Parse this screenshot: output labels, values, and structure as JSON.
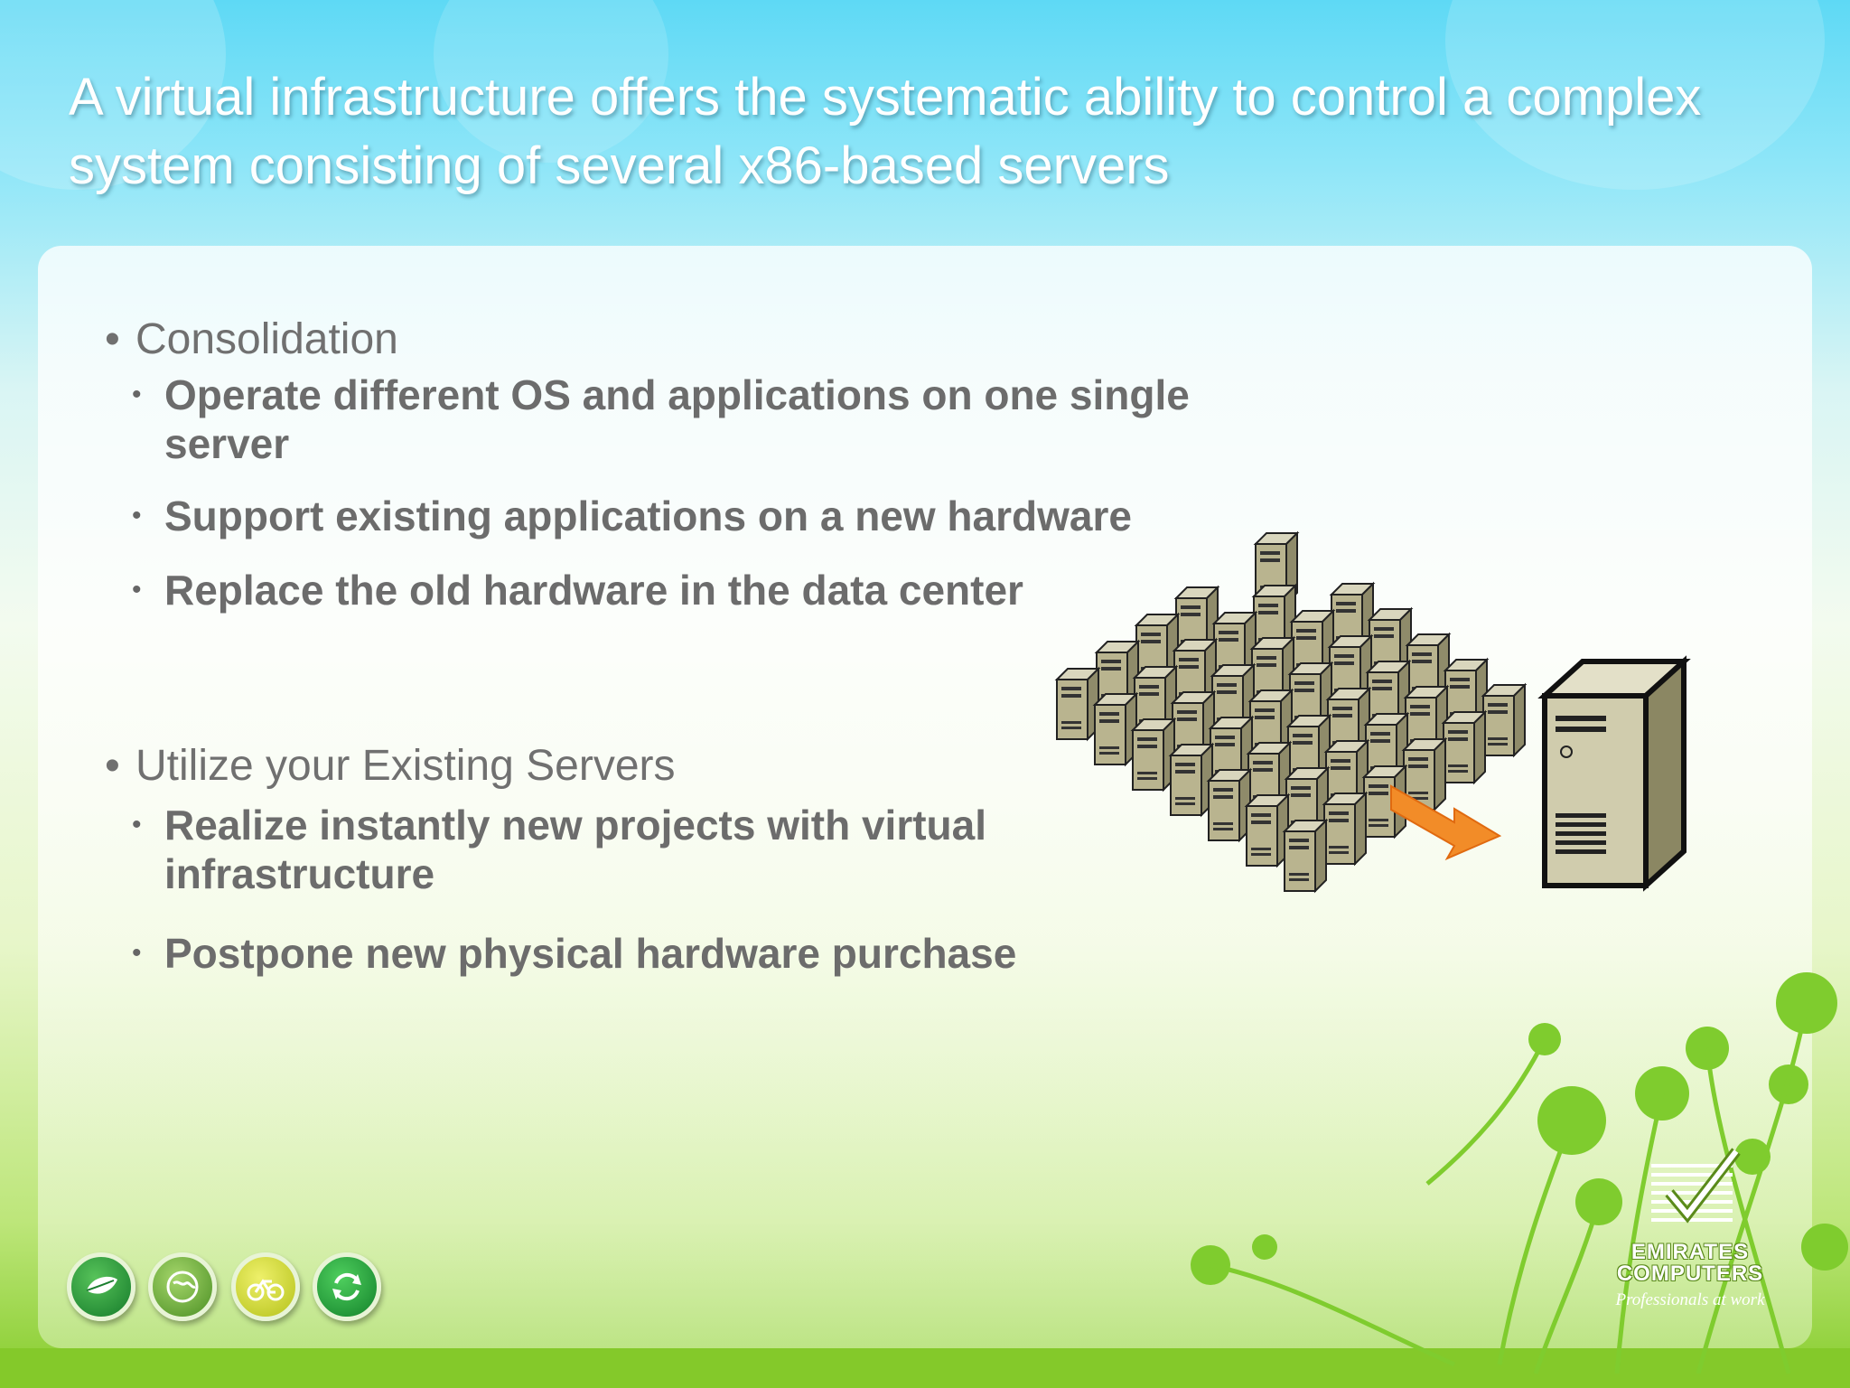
{
  "slide": {
    "title": "A virtual infrastructure offers the systematic ability to control a complex system consisting of several x86-based servers",
    "sections": [
      {
        "heading": "Consolidation",
        "bullets": [
          "Operate different OS and applications on one single server",
          "Support existing applications on a new hardware",
          "Replace the old hardware in the data center"
        ]
      },
      {
        "heading": "Utilize your Existing Servers",
        "bullets": [
          "Realize instantly new projects with virtual infrastructure",
          "Postpone new physical hardware purchase"
        ]
      }
    ]
  },
  "logo": {
    "line1": "EMIRATES",
    "line2": "COMPUTERS",
    "tagline": "Professionals at work"
  },
  "nav_icons": [
    "leaf-icon",
    "globe-icon",
    "bicycle-icon",
    "recycle-icon"
  ],
  "colors": {
    "title": "#ffffff",
    "text": "#6c6c6c",
    "arrow": "#f28c28",
    "server_body": "#b9b48f",
    "accent_green": "#84c92a"
  }
}
